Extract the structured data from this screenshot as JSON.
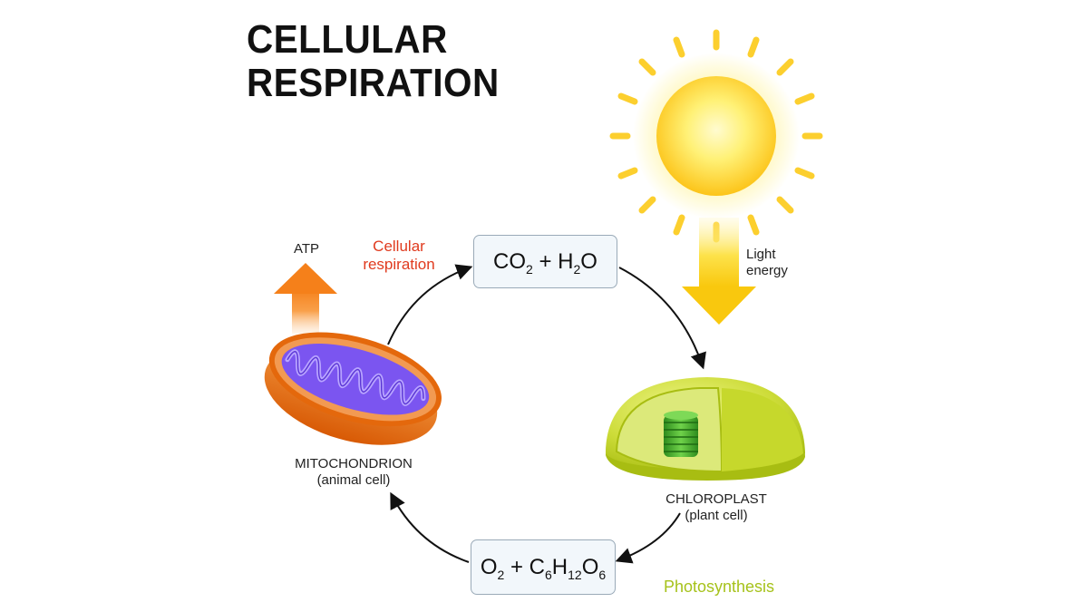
{
  "title": {
    "line1": "CELLULAR",
    "line2": "RESPIRATION"
  },
  "labels": {
    "atp": "ATP",
    "cellular_respiration_line1": "Cellular",
    "cellular_respiration_line2": "respiration",
    "light_energy_line1": "Light",
    "light_energy_line2": "energy",
    "mitochondrion_line1": "MITOCHONDRION",
    "mitochondrion_line2": "(animal cell)",
    "chloroplast_line1": "CHLOROPLAST",
    "chloroplast_line2": "(plant cell)",
    "photosynthesis": "Photosynthesis"
  },
  "formulas": {
    "top": {
      "co": "CO",
      "co_sub": "2",
      "plus_h": " + H",
      "h_sub": "2",
      "o": "O"
    },
    "bottom": {
      "o": "O",
      "o_sub": "2",
      "plus_c": " + C",
      "c_sub": "6",
      "h": "H",
      "h_sub": "12",
      "o2": "O",
      "o2_sub": "6"
    }
  },
  "colors": {
    "respiration_label": "#e03a1e",
    "photosynthesis_label": "#a6c21b",
    "arrow_orange": "#f58a1f",
    "sun_yellow": "#fcd727",
    "chloroplast_green": "#c4d92a",
    "mitochondrion_orange": "#e4680c",
    "cristae_purple": "#7b55f0"
  }
}
